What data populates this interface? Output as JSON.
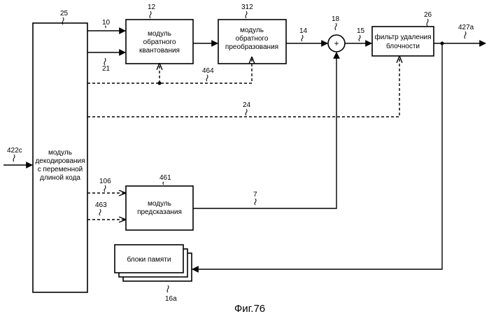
{
  "blocks": {
    "vld": [
      "модуль",
      "декодирования",
      "с переменной",
      "длиной кода"
    ],
    "inv_quant": [
      "модуль",
      "обратного",
      "квантования"
    ],
    "inv_transform": [
      "модуль",
      "обратного",
      "преобразования"
    ],
    "deblock": [
      "фильтр удаления",
      "блочности"
    ],
    "prediction": [
      "модуль",
      "предсказания"
    ],
    "memory": [
      "блоки памяти"
    ]
  },
  "refs": {
    "vld": "25",
    "inv_quant": "12",
    "inv_transform": "312",
    "adder": "18",
    "deblock": "26",
    "prediction": "461",
    "memory": "16a",
    "input": "422c",
    "output": "427a",
    "sig10": "10",
    "sig21": "21",
    "sig14": "14",
    "sig15": "15",
    "sig464": "464",
    "sig24": "24",
    "sig106": "106",
    "sig463": "463",
    "sig7": "7"
  },
  "adder_symbol": "+",
  "caption": "Фиг.76"
}
